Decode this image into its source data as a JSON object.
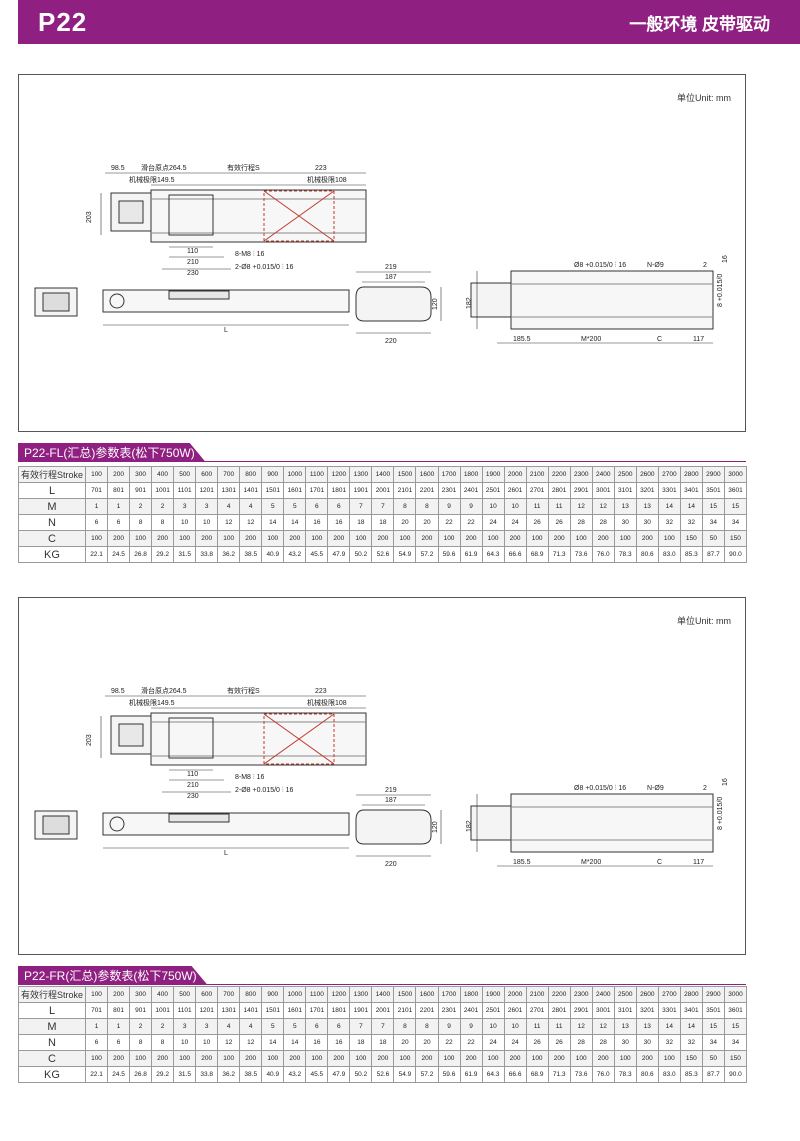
{
  "header": {
    "model": "P22",
    "subtitle": "一般环境 皮带驱动"
  },
  "drawings": {
    "unit": "单位Unit: mm",
    "dims": {
      "d98": "98.5",
      "origin": "滑台原点264.5",
      "stroke": "有效行程S",
      "d223": "223",
      "mech_left": "机械极限149.5",
      "mech_right": "机械极限108",
      "d203": "203",
      "d110": "110",
      "d210": "210",
      "d230": "230",
      "m8": "8-M8 ⫶ 16",
      "pin": "2-Ø8 +0.015/0 ⫶ 16",
      "L": "L",
      "d219": "219",
      "d187": "187",
      "d120": "120",
      "d220": "220",
      "d182": "182",
      "pin2": "Ø8 +0.015/0 ⫶ 16",
      "n9": "N-Ø9",
      "d2": "2",
      "d16": "16",
      "d8": "8 +0.015/0",
      "d185": "185.5",
      "m200": "M*200",
      "C": "C",
      "d117": "117"
    }
  },
  "tables": [
    {
      "title": "P22-FL(汇总)参数表(松下750W)"
    },
    {
      "title": "P22-FR(汇总)参数表(松下750W)"
    }
  ],
  "spec": {
    "row_labels": [
      "有效行程Stroke",
      "L",
      "M",
      "N",
      "C",
      "KG"
    ],
    "stroke": [
      "100",
      "200",
      "300",
      "400",
      "500",
      "600",
      "700",
      "800",
      "900",
      "1000",
      "1100",
      "1200",
      "1300",
      "1400",
      "1500",
      "1600",
      "1700",
      "1800",
      "1900",
      "2000",
      "2100",
      "2200",
      "2300",
      "2400",
      "2500",
      "2600",
      "2700",
      "2800",
      "2900",
      "3000"
    ],
    "L": [
      "701",
      "801",
      "901",
      "1001",
      "1101",
      "1201",
      "1301",
      "1401",
      "1501",
      "1601",
      "1701",
      "1801",
      "1901",
      "2001",
      "2101",
      "2201",
      "2301",
      "2401",
      "2501",
      "2601",
      "2701",
      "2801",
      "2901",
      "3001",
      "3101",
      "3201",
      "3301",
      "3401",
      "3501",
      "3601"
    ],
    "M": [
      "1",
      "1",
      "2",
      "2",
      "3",
      "3",
      "4",
      "4",
      "5",
      "5",
      "6",
      "6",
      "7",
      "7",
      "8",
      "8",
      "9",
      "9",
      "10",
      "10",
      "11",
      "11",
      "12",
      "12",
      "13",
      "13",
      "14",
      "14",
      "15",
      "15"
    ],
    "N": [
      "6",
      "6",
      "8",
      "8",
      "10",
      "10",
      "12",
      "12",
      "14",
      "14",
      "16",
      "16",
      "18",
      "18",
      "20",
      "20",
      "22",
      "22",
      "24",
      "24",
      "26",
      "26",
      "28",
      "28",
      "30",
      "30",
      "32",
      "32",
      "34",
      "34"
    ],
    "C": [
      "100",
      "200",
      "100",
      "200",
      "100",
      "200",
      "100",
      "200",
      "100",
      "200",
      "100",
      "200",
      "100",
      "200",
      "100",
      "200",
      "100",
      "200",
      "100",
      "200",
      "100",
      "200",
      "100",
      "200",
      "100",
      "200",
      "100",
      "150",
      "50",
      "150"
    ],
    "KG": [
      "22.1",
      "24.5",
      "26.8",
      "29.2",
      "31.5",
      "33.8",
      "36.2",
      "38.5",
      "40.9",
      "43.2",
      "45.5",
      "47.9",
      "50.2",
      "52.6",
      "54.9",
      "57.2",
      "59.6",
      "61.9",
      "64.3",
      "66.6",
      "68.9",
      "71.3",
      "73.6",
      "76.0",
      "78.3",
      "80.6",
      "83.0",
      "85.3",
      "87.7",
      "90.0"
    ]
  }
}
